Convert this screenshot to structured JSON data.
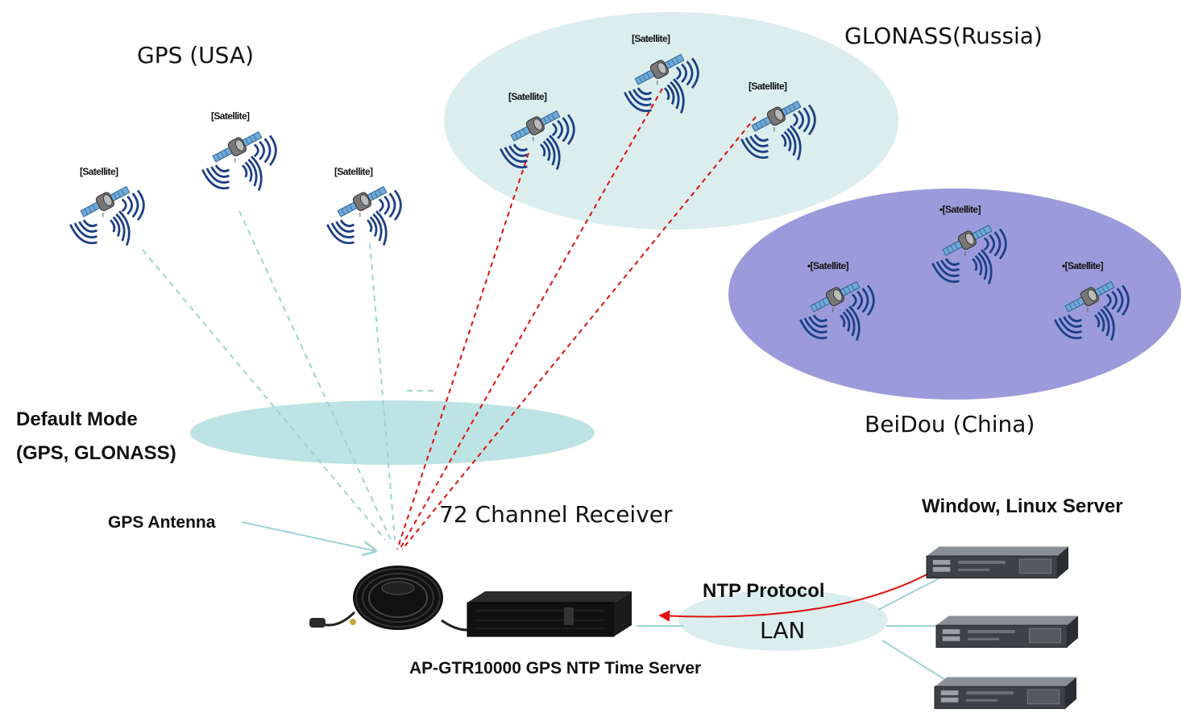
{
  "constellations": {
    "gps": {
      "label": "GPS (USA)",
      "color": "#bde3e4"
    },
    "glonass": {
      "label": "GLONASS(Russia)",
      "color": "#dbeeed"
    },
    "beidou": {
      "label": "BeiDou (China)",
      "color": "#9b9bdb"
    }
  },
  "satellite_label": "[Satellite]",
  "satellite_label_bullet": "•[Satellite]",
  "default_mode": {
    "line1": "Default Mode",
    "line2": "(GPS, GLONASS)"
  },
  "antenna_label": "GPS Antenna",
  "receiver_label": "72 Channel Receiver",
  "device_label": "AP-GTR10000 GPS NTP Time Server",
  "servers_label": "Window, Linux Server",
  "protocol_label": "NTP Protocol",
  "network_label": "LAN",
  "colors": {
    "gps_link": "#9fd3d3",
    "glonass_link": "#e01010",
    "ntp_arrow": "#e01010",
    "lan_line": "#9fd3d3"
  }
}
